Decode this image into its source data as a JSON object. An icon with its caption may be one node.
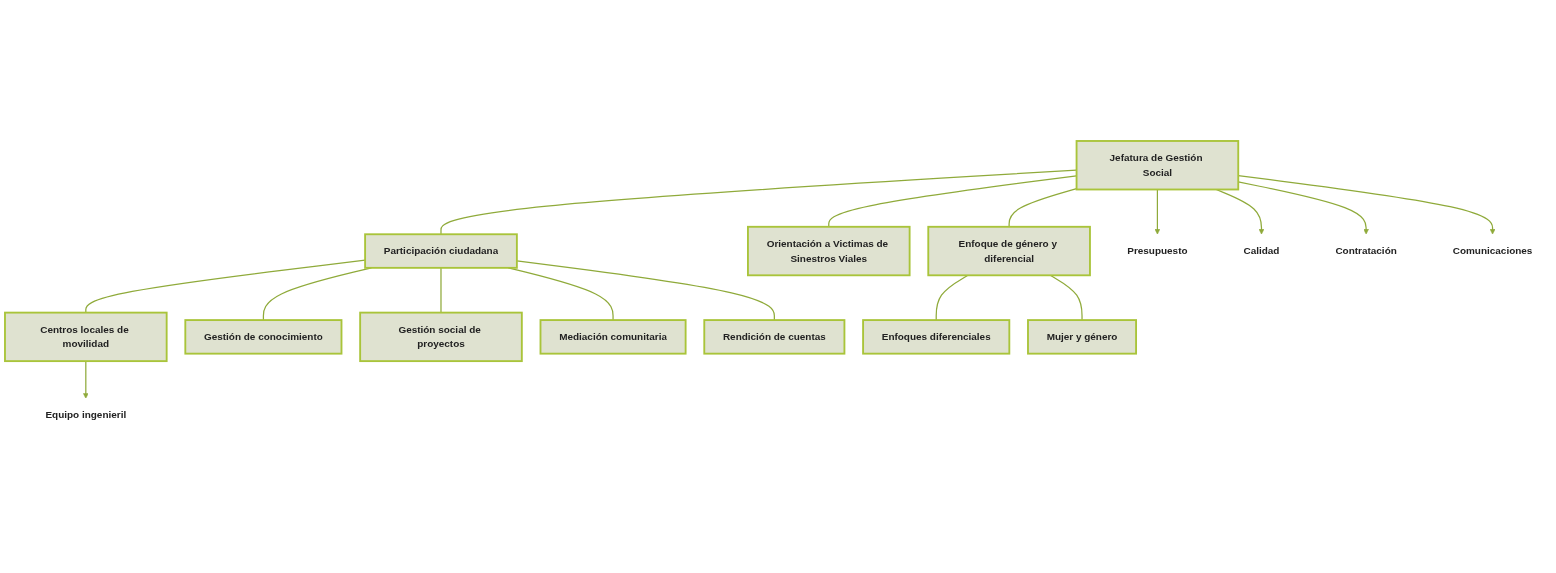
{
  "diagram": {
    "nodes": [
      {
        "text": [
          "Jefatura de Gestión Social"
        ]
      },
      {
        "text": [
          "Presupuesto"
        ]
      },
      {
        "text": [
          "Calidad"
        ]
      },
      {
        "text": [
          "Contratación"
        ]
      },
      {
        "text": [
          "Comunicaciones"
        ]
      },
      {
        "text": [
          "Participación ciudadana"
        ]
      },
      {
        "text": [
          "Orientación a Victimas de Sinestros Viales"
        ]
      },
      {
        "text": [
          "Enfoque de género y diferencial"
        ]
      },
      {
        "text": [
          "Equipo ingenieril"
        ]
      },
      {
        "text": [
          "Centros locales de movilidad"
        ]
      },
      {
        "text": [
          "Gestión de conocimiento"
        ]
      },
      {
        "text": [
          "Gestión social de proyectos"
        ]
      },
      {
        "text": [
          "Mediación comunitaria"
        ]
      },
      {
        "text": [
          "Rendición de cuentas"
        ]
      },
      {
        "text": [
          "Enfoques diferenciales"
        ]
      },
      {
        "text": [
          "Mujer y género"
        ]
      }
    ],
    "edges": [
      {
        "from": 0,
        "to": 1,
        "arrow": "to"
      },
      {
        "from": 0,
        "to": 2,
        "arrow": "to"
      },
      {
        "from": 0,
        "to": 3,
        "arrow": "to"
      },
      {
        "from": 0,
        "to": 4,
        "arrow": "to"
      },
      {
        "from": 0,
        "to": 5,
        "arrow": "none"
      },
      {
        "from": 0,
        "to": 6,
        "arrow": "none"
      },
      {
        "from": 0,
        "to": 7,
        "arrow": "none"
      },
      {
        "from": 5,
        "to": 9,
        "arrow": "none"
      },
      {
        "from": 5,
        "to": 10,
        "arrow": "none"
      },
      {
        "from": 5,
        "to": 11,
        "arrow": "none"
      },
      {
        "from": 5,
        "to": 12,
        "arrow": "none"
      },
      {
        "from": 5,
        "to": 13,
        "arrow": "none"
      },
      {
        "from": 9,
        "to": 8,
        "arrow": "to"
      },
      {
        "from": 7,
        "to": 14,
        "arrow": "none"
      },
      {
        "from": 7,
        "to": 15,
        "arrow": "none"
      }
    ]
  }
}
